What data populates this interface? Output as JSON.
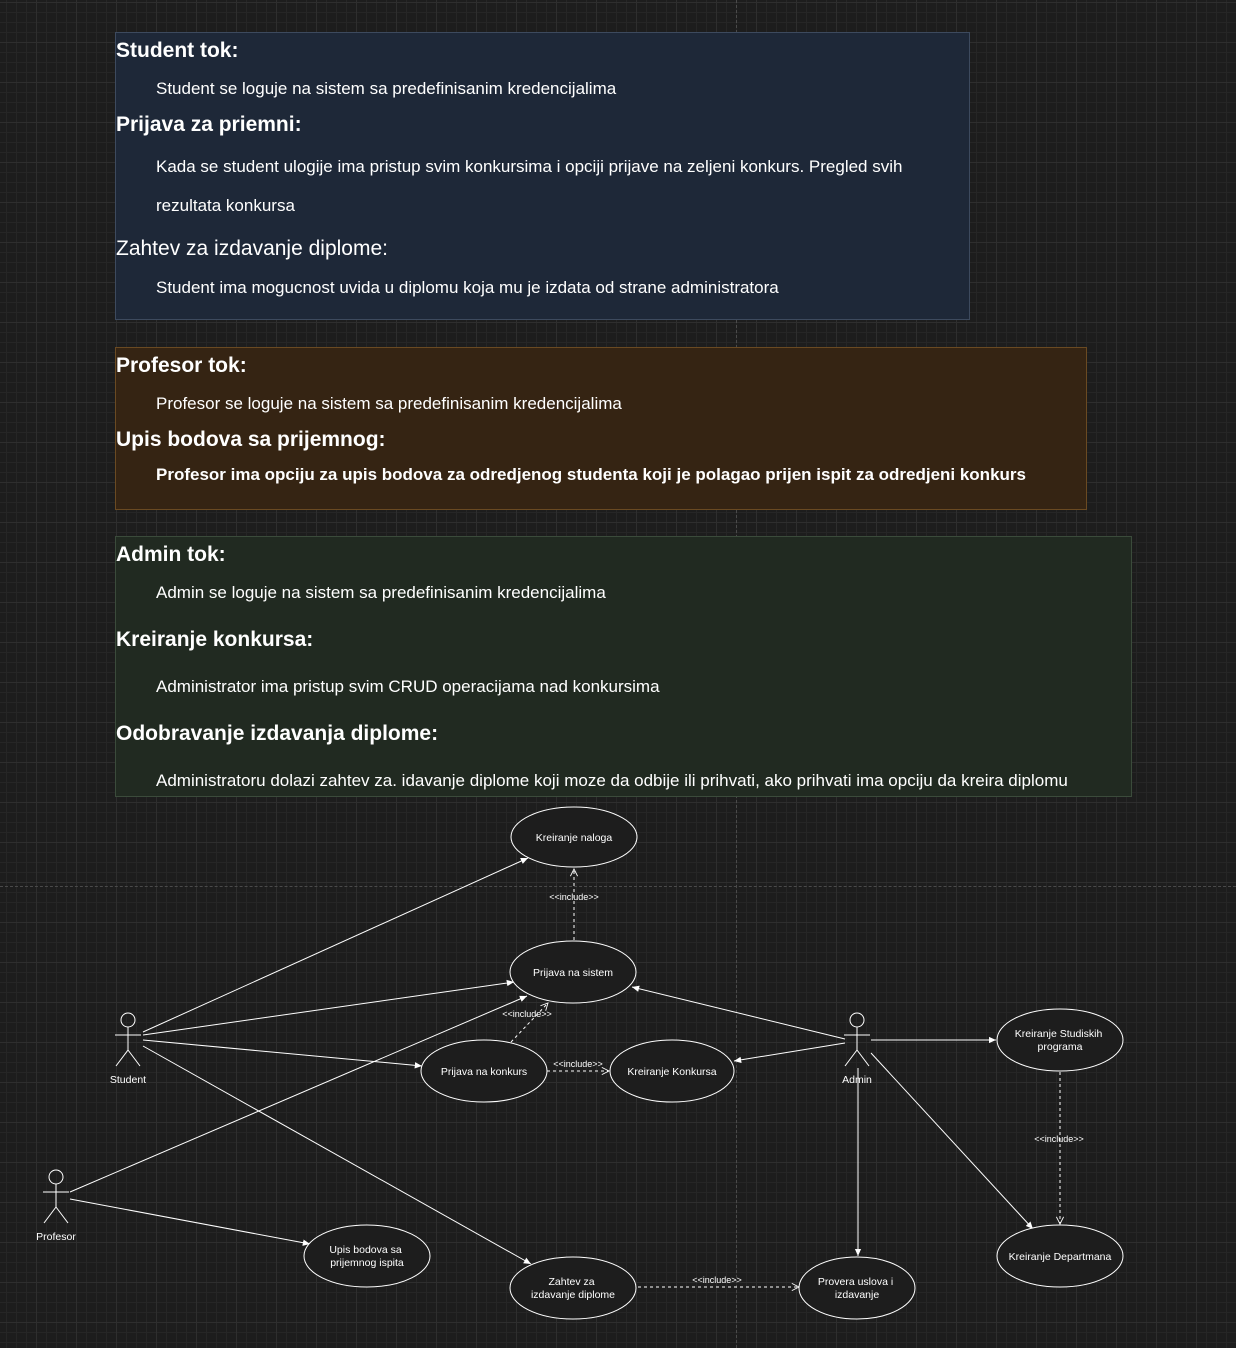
{
  "student_section": {
    "heading": "Student tok:",
    "intro": "Student se loguje na sistem sa predefinisanim kredencijalima",
    "sub1_heading": "Prijava za priemni:",
    "sub1_line1": "Kada se student ulogije ima pristup svim konkursima i opciji prijave na zeljeni konkurs. Pregled svih",
    "sub1_line2": "rezultata konkursa",
    "sub2_heading": "Zahtev za izdavanje diplome:",
    "sub2_text": "Student ima mogucnost uvida u diplomu koja mu je izdata od strane administratora"
  },
  "profesor_section": {
    "heading": "Profesor tok:",
    "intro": "Profesor se loguje na sistem sa predefinisanim kredencijalima",
    "sub1_heading": "Upis bodova sa prijemnog:",
    "sub1_text": "Profesor ima opciju za upis bodova za odredjenog studenta koji je polagao prijen ispit za odredjeni konkurs"
  },
  "admin_section": {
    "heading": "Admin tok:",
    "intro": "Admin se loguje na sistem sa predefinisanim kredencijalima",
    "sub1_heading": "Kreiranje konkursa:",
    "sub1_text": "Administrator ima pristup svim CRUD operacijama nad konkursima",
    "sub2_heading": "Odobravanje izdavanja diplome:",
    "sub2_text": "Administratoru dolazi zahtev za. idavanje diplome koji moze da odbije ili prihvati, ako prihvati ima opciju da kreira diplomu"
  },
  "diagram": {
    "actors": {
      "student": "Student",
      "profesor": "Profesor",
      "admin": "Admin"
    },
    "use_cases": {
      "kreiranje_naloga": [
        "Kreiranje naloga"
      ],
      "prijava_na_sistem": [
        "Prijava na sistem"
      ],
      "prijava_na_konkurs": [
        "Prijava na konkurs"
      ],
      "kreiranje_konkursa": [
        "Kreiranje Konkursa"
      ],
      "kreiranje_studijskih": [
        "Kreiranje Studiskih",
        "programa"
      ],
      "kreiranje_departmana": [
        "Kreiranje Departmana"
      ],
      "upis_bodova": [
        "Upis bodova sa",
        "prijemnog ispita"
      ],
      "zahtev_diplome": [
        "Zahtev za",
        "izdavanje diplome"
      ],
      "provera_uslova": [
        "Provera uslova i",
        "izdavanje"
      ]
    },
    "include_label": "<<include>>"
  }
}
